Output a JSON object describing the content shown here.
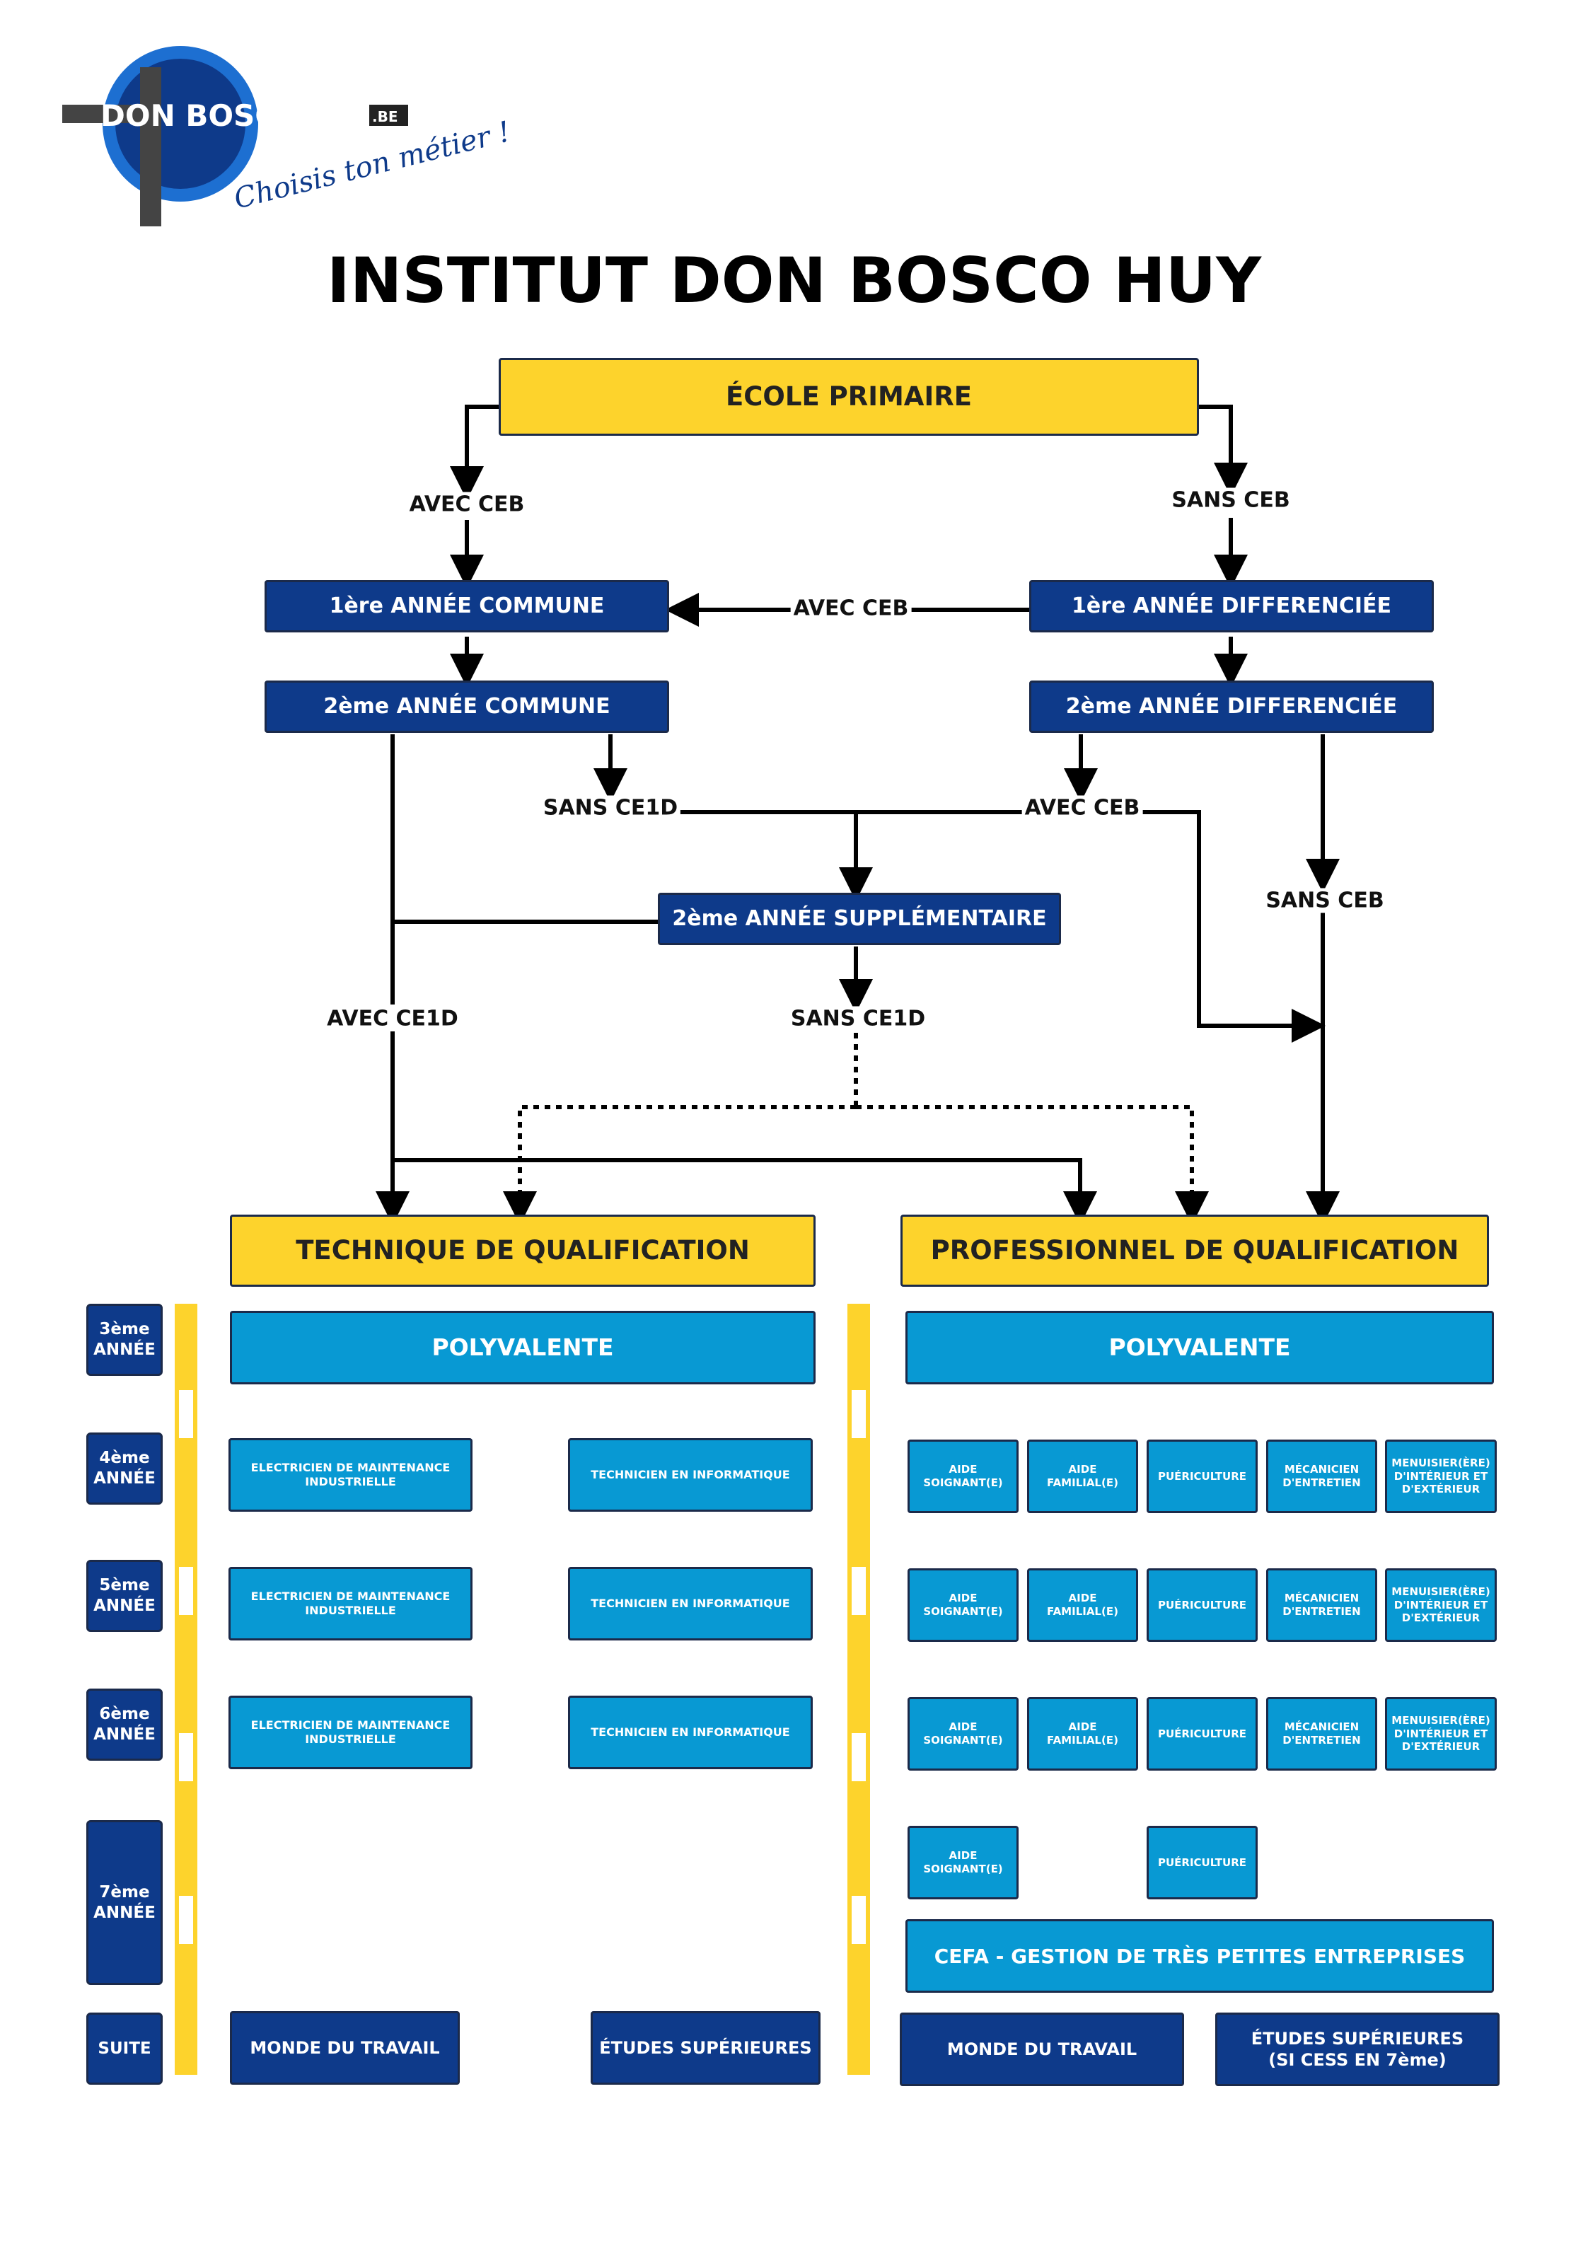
{
  "logo": {
    "brand": "DON BOSCO HUY",
    "suffix": ".BE",
    "tagline": "Choisis ton métier !",
    "colors": {
      "circle": "#0e3a8a",
      "ring": "#1d6fd1",
      "cross": "#444444"
    }
  },
  "title": "INSTITUT DON BOSCO HUY",
  "colors": {
    "yellow": "#fdd32c",
    "navy": "#0e3a8a",
    "cyan": "#0899d3"
  },
  "flow": {
    "primary": "ÉCOLE PRIMAIRE",
    "avec_ceb_left": "AVEC CEB",
    "sans_ceb_right": "SANS CEB",
    "year1_common": "1ère ANNÉE COMMUNE",
    "year1_diff": "1ère ANNÉE DIFFERENCIÉE",
    "avec_ceb_middle": "AVEC CEB",
    "year2_common": "2ème ANNÉE COMMUNE",
    "year2_diff": "2ème ANNÉE DIFFERENCIÉE",
    "sans_ce1d_left": "SANS CE1D",
    "avec_ceb_right": "AVEC CEB",
    "sans_ceb_far": "SANS CEB",
    "year2_supp": "2ème ANNÉE SUPPLÉMENTAIRE",
    "avec_ce1d": "AVEC CE1D",
    "sans_ce1d_bottom": "SANS CE1D"
  },
  "tracks": {
    "technique": "TECHNIQUE DE QUALIFICATION",
    "professionnel": "PROFESSIONNEL DE QUALIFICATION"
  },
  "years": {
    "y3": "3ème\nANNÉE",
    "y4": "4ème\nANNÉE",
    "y5": "5ème\nANNÉE",
    "y6": "6ème\nANNÉE",
    "y7": "7ème\nANNÉE",
    "suite": "SUITE"
  },
  "technique": {
    "polyvalente": "POLYVALENTE",
    "electricien": "ELECTRICIEN DE MAINTENANCE\nINDUSTRIELLE",
    "informatique": "TECHNICIEN EN INFORMATIQUE",
    "monde": "MONDE DU TRAVAIL",
    "etudes": "ÉTUDES SUPÉRIEURES"
  },
  "professionnel": {
    "polyvalente": "POLYVALENTE",
    "aide_soignant": "AIDE\nSOIGNANT(E)",
    "aide_familial": "AIDE\nFAMILIAL(E)",
    "puericulture": "PUÉRICULTURE",
    "mecanicien": "MÉCANICIEN\nD'ENTRETIEN",
    "menuisier": "MENUISIER(ÈRE)\nD'INTÉRIEUR ET\nD'EXTÉRIEUR",
    "cefa": "CEFA - GESTION DE TRÈS PETITES ENTREPRISES",
    "monde": "MONDE DU TRAVAIL",
    "etudes": "ÉTUDES SUPÉRIEURES\n(SI CESS EN 7ème)"
  }
}
